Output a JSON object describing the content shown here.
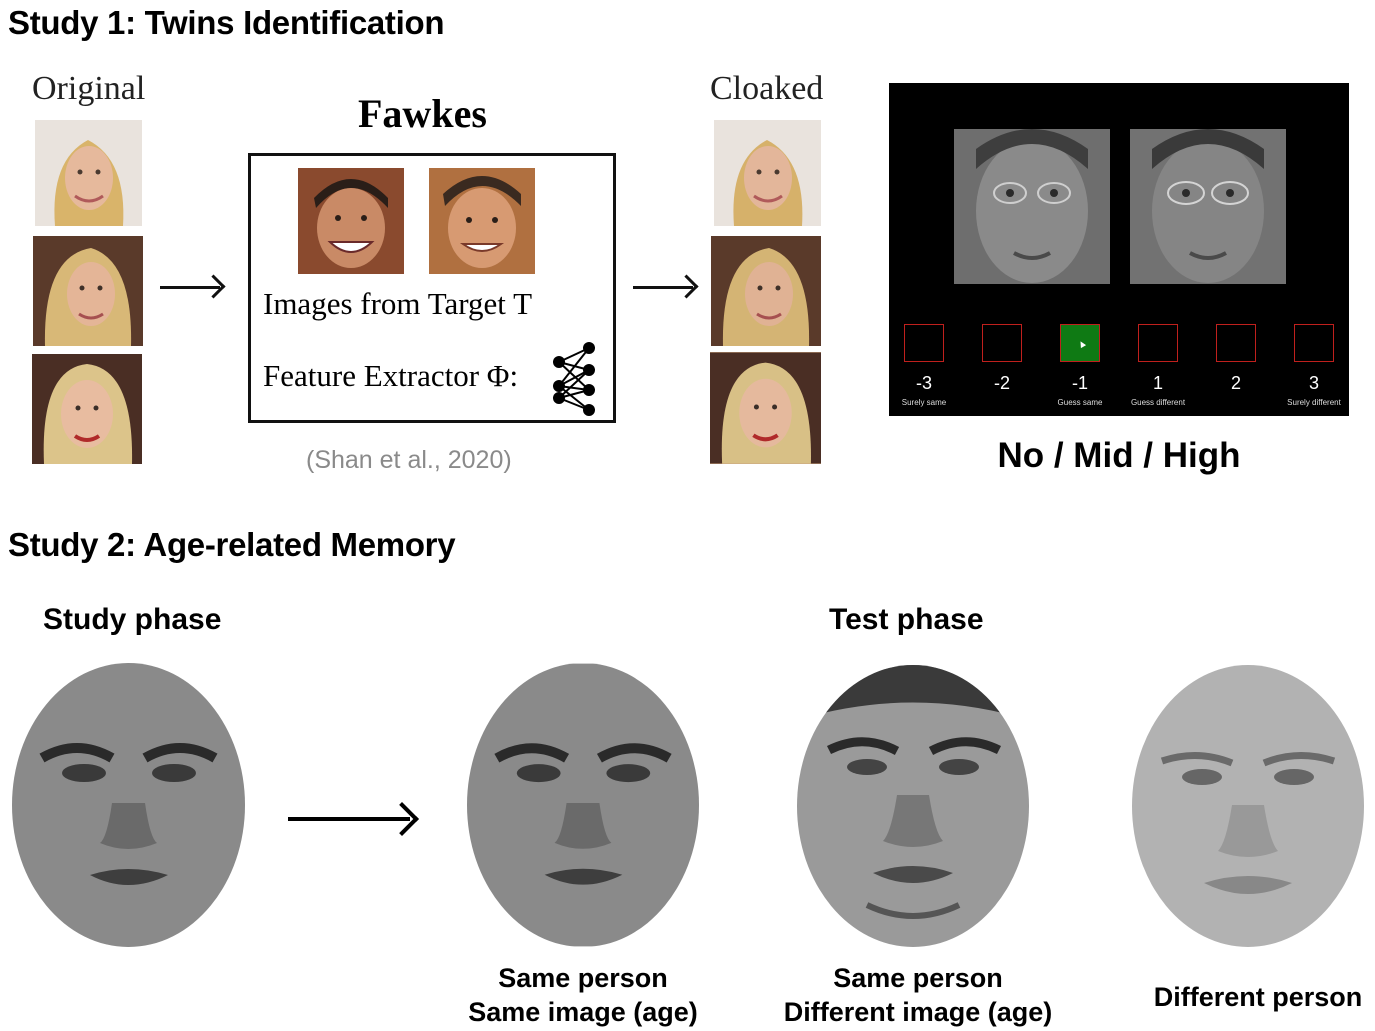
{
  "study1": {
    "title": "Study 1: Twins Identification",
    "original_label": "Original",
    "cloaked_label": "Cloaked",
    "fawkes_title": "Fawkes",
    "fawkes_line1": "Images from Target T",
    "fawkes_line2": "Feature Extractor Φ:",
    "citation": "(Shan et al., 2020)",
    "levels_label": "No / Mid / High",
    "rating_scale": [
      {
        "value": "-3",
        "sub": "Surely same",
        "selected": false
      },
      {
        "value": "-2",
        "sub": "",
        "selected": false
      },
      {
        "value": "-1",
        "sub": "Guess same",
        "selected": true
      },
      {
        "value": "1",
        "sub": "Guess different",
        "selected": false
      },
      {
        "value": "2",
        "sub": "",
        "selected": false
      },
      {
        "value": "3",
        "sub": "Surely different",
        "selected": false
      }
    ],
    "colors": {
      "selected": "#0f7a14",
      "box_border": "#c0201d",
      "screen_bg": "#000000"
    }
  },
  "study2": {
    "title": "Study 2: Age-related Memory",
    "study_phase_label": "Study phase",
    "test_phase_label": "Test phase",
    "captions": {
      "same_image_line1": "Same person",
      "same_image_line2": "Same image (age)",
      "diff_image_line1": "Same person",
      "diff_image_line2": "Different image (age)",
      "different_person": "Different person"
    }
  }
}
